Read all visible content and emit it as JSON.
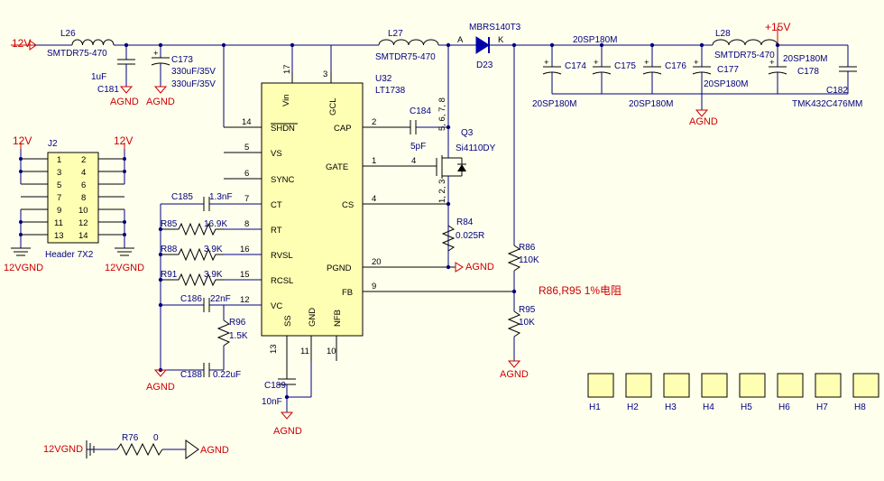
{
  "nets": {
    "v12": "12V",
    "agnd": "AGND",
    "gnd12": "12VGND",
    "p15": "+15V",
    "node_a": "A",
    "node_k": "K"
  },
  "ic": {
    "ref": "U32",
    "part": "LT1738",
    "pins_left": [
      {
        "num": "14",
        "name": "SHDN"
      },
      {
        "num": "5",
        "name": "VS"
      },
      {
        "num": "6",
        "name": "SYNC"
      },
      {
        "num": "7",
        "name": "CT"
      },
      {
        "num": "8",
        "name": "RT"
      },
      {
        "num": "16",
        "name": "RVSL"
      },
      {
        "num": "15",
        "name": "RCSL"
      },
      {
        "num": "12",
        "name": "VC"
      }
    ],
    "pins_right": [
      {
        "num": "2",
        "name": "CAP"
      },
      {
        "num": "1",
        "name": "GATE"
      },
      {
        "num": "4",
        "name": "CS"
      },
      {
        "num": "20",
        "name": "PGND"
      },
      {
        "num": "9",
        "name": "FB"
      }
    ],
    "pins_top": [
      {
        "num": "17",
        "name": "Vin"
      },
      {
        "num": "3",
        "name": "GCL"
      }
    ],
    "pins_bottom": [
      {
        "num": "13",
        "name": "SS"
      },
      {
        "num": "11",
        "name": "GND"
      },
      {
        "num": "10",
        "name": "NFB"
      }
    ]
  },
  "parts": {
    "l26": {
      "ref": "L26",
      "value": "SMTDR75-470"
    },
    "l27": {
      "ref": "L27",
      "value": "SMTDR75-470"
    },
    "l28": {
      "ref": "L28",
      "value": "SMTDR75-470"
    },
    "c181": {
      "ref": "C181",
      "value": "1uF"
    },
    "c173": {
      "ref": "C173",
      "value": "330uF/35V",
      "value2": "330uF/35V"
    },
    "c184": {
      "ref": "C184",
      "value": "5pF"
    },
    "c174": {
      "ref": "C174",
      "value": "20SP180M"
    },
    "c175": {
      "ref": "C175",
      "value": "20SP180M"
    },
    "c176": {
      "ref": "C176",
      "value": "20SP180M"
    },
    "c177": {
      "ref": "C177",
      "value": "20SP180M"
    },
    "c178": {
      "ref": "C178",
      "value": "20SP180M"
    },
    "c182": {
      "ref": "C182",
      "value": "TMK432C476MM"
    },
    "cap_top_label": "20SP180M",
    "d23": {
      "ref": "D23",
      "value": "MBRS140T3"
    },
    "q3": {
      "ref": "Q3",
      "value": "Si4110DY",
      "pins_top": "5, 6, 7, 8",
      "pins_bottom": "1, 2, 3",
      "gate_pin": "4"
    },
    "r84": {
      "ref": "R84",
      "value": "0.025R"
    },
    "r86": {
      "ref": "R86",
      "value": "110K"
    },
    "r95": {
      "ref": "R95",
      "value": "10K"
    },
    "c185": {
      "ref": "C185",
      "value": "1.3nF"
    },
    "r85": {
      "ref": "R85",
      "value": "16.9K"
    },
    "r88": {
      "ref": "R88",
      "value": "3.9K"
    },
    "r91": {
      "ref": "R91",
      "value": "3.9K"
    },
    "c186": {
      "ref": "C186",
      "value": "22nF"
    },
    "r96": {
      "ref": "R96",
      "value": "1.5K"
    },
    "c188": {
      "ref": "C188",
      "value": "0.22uF"
    },
    "c189": {
      "ref": "C189",
      "value": "10nF"
    },
    "r76": {
      "ref": "R76",
      "value": "0"
    }
  },
  "header": {
    "ref": "J2",
    "value": "Header 7X2",
    "pins_left": [
      "1",
      "3",
      "5",
      "7",
      "9",
      "11",
      "13"
    ],
    "pins_right": [
      "2",
      "4",
      "6",
      "8",
      "10",
      "12",
      "14"
    ]
  },
  "note": "R86,R95 1%电阻",
  "holes": [
    "H1",
    "H2",
    "H3",
    "H4",
    "H5",
    "H6",
    "H7",
    "H8"
  ]
}
